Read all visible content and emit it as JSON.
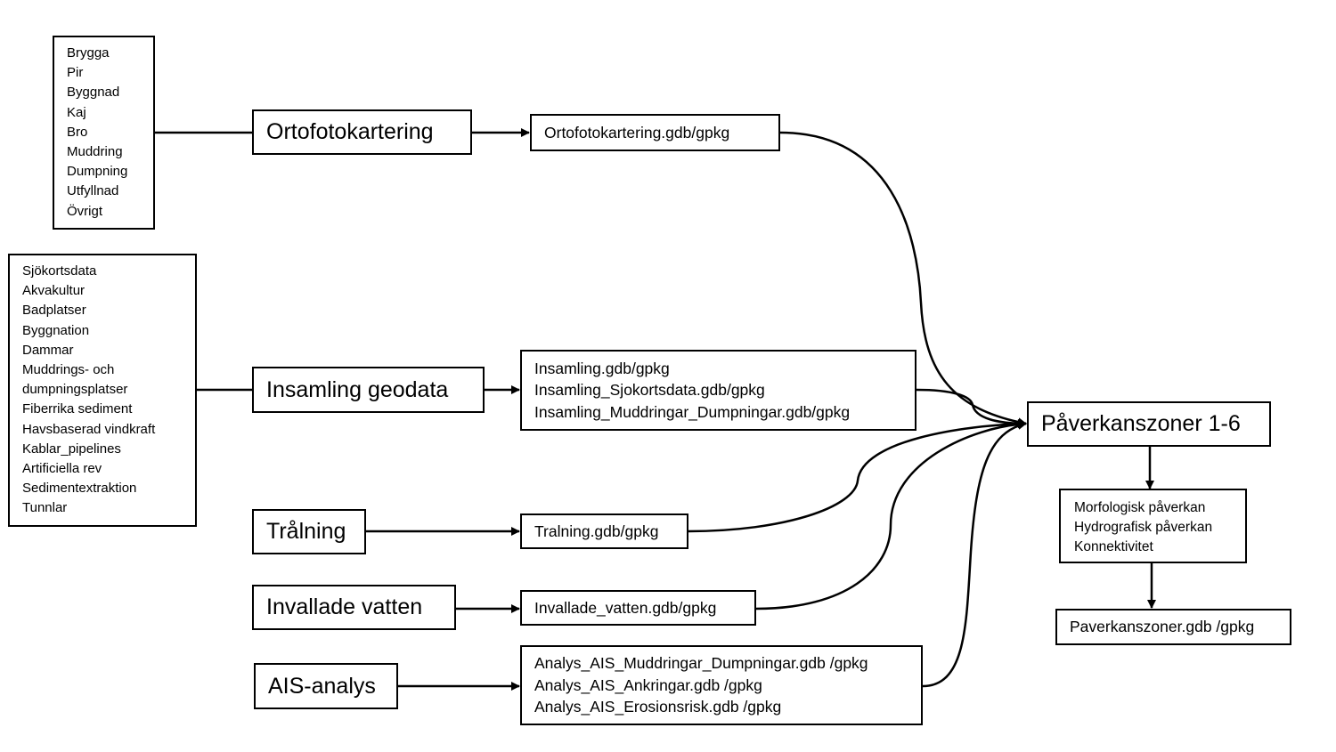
{
  "inputs": {
    "ortofoto_items": [
      "Brygga",
      "Pir",
      "Byggnad",
      "Kaj",
      "Bro",
      "Muddring",
      "Dumpning",
      "Utfyllnad",
      "Övrigt"
    ],
    "geodata_items": [
      "Sjökortsdata",
      "Akvakultur",
      "Badplatser",
      "Byggnation",
      "Dammar",
      "Muddrings- och",
      "dumpningsplatser",
      "Fiberrika sediment",
      "Havsbaserad vindkraft",
      "Kablar_pipelines",
      "Artificiella rev",
      "Sedimentextraktion",
      "Tunnlar"
    ]
  },
  "processes": {
    "ortofoto": "Ortofotokartering",
    "insamling": "Insamling geodata",
    "tralning": "Trålning",
    "invallade": "Invallade vatten",
    "ais": "AIS-analys",
    "paverkan": "Påverkanszoner 1-6"
  },
  "outputs": {
    "ortofoto_files": [
      "Ortofotokartering.gdb/gpkg"
    ],
    "insamling_files": [
      "Insamling.gdb/gpkg",
      "Insamling_Sjokortsdata.gdb/gpkg",
      "Insamling_Muddringar_Dumpningar.gdb/gpkg"
    ],
    "tralning_files": [
      "Tralning.gdb/gpkg"
    ],
    "invallade_files": [
      "Invallade_vatten.gdb/gpkg"
    ],
    "ais_files": [
      "Analys_AIS_Muddringar_Dumpningar.gdb /gpkg",
      "Analys_AIS_Ankringar.gdb /gpkg",
      "Analys_AIS_Erosionsrisk.gdb /gpkg"
    ],
    "paverkan_items": [
      "Morfologisk påverkan",
      "Hydrografisk påverkan",
      "Konnektivitet"
    ],
    "final_file": [
      "Paverkanszoner.gdb /gpkg"
    ]
  }
}
